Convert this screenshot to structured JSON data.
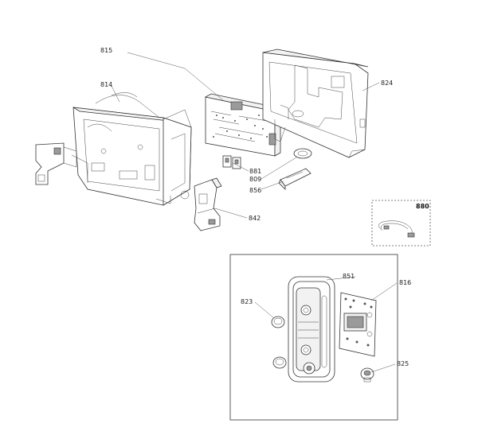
{
  "callouts": {
    "p815": "815",
    "p814": "814",
    "p824": "824",
    "p881": "881",
    "p809": "809",
    "p856": "856",
    "p842": "842",
    "p880": "880",
    "p851": "851",
    "p816": "816",
    "p823": "823",
    "p825": "825"
  }
}
